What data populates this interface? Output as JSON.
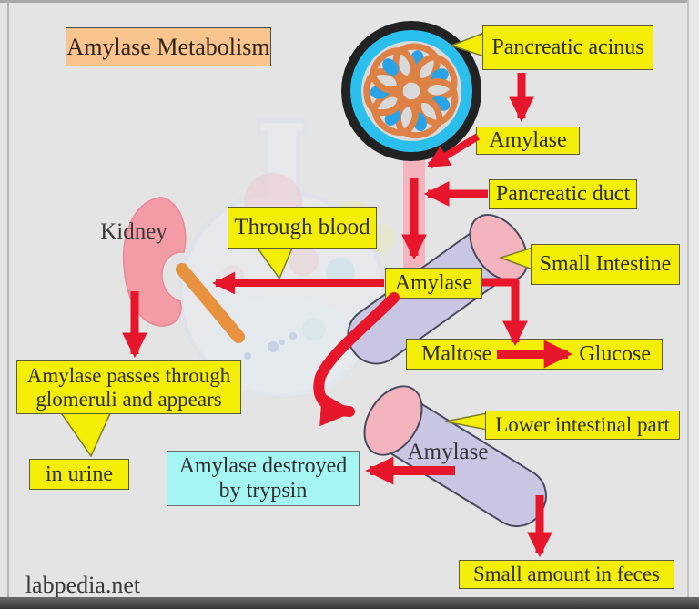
{
  "title": "Amylase Metabolism",
  "credit": "labpedia.net",
  "labels": {
    "pancreatic_acinus": "Pancreatic acinus",
    "amylase_secreted": "Amylase",
    "pancreatic_duct": "Pancreatic duct",
    "small_intestine": "Small Intestine",
    "amylase_in_intestine": "Amylase",
    "maltose": "Maltose",
    "glucose": "Glucose",
    "through_blood": "Through blood",
    "kidney": "Kidney",
    "glomeruli_line1": "Amylase passes through",
    "glomeruli_line2": "glomeruli and appears",
    "in_urine": "in urine",
    "trypsin_line1": "Amylase destroyed",
    "trypsin_line2": "by trypsin",
    "amylase_lower": "Amylase",
    "lower_intestinal_part": "Lower intestinal part",
    "feces": "Small amount in feces"
  },
  "colors": {
    "bg": "#e4e4e4",
    "label_yellow": "#f3ee04",
    "box_border": "#5c5c30",
    "dark_border": "#4a4a4a",
    "cyan_bg": "#a5f6f3",
    "peach_bg": "#fac48e",
    "red": "#e8162a",
    "text_color": "#2e2e2e",
    "tube_fill": "#c9c6e3",
    "tube_outline": "#4a4a5e",
    "cap_pink": "#f3b4be",
    "duct_pink": "#f6b1ba",
    "kidney_pink": "#f49ca6",
    "ureter_orange": "#e8913f",
    "acinus_cyan": "#2abfec",
    "acinus_orange": "#dd8144",
    "nucleus_blue": "#2aa3e6",
    "lumen_gray": "#d9d9d9"
  }
}
